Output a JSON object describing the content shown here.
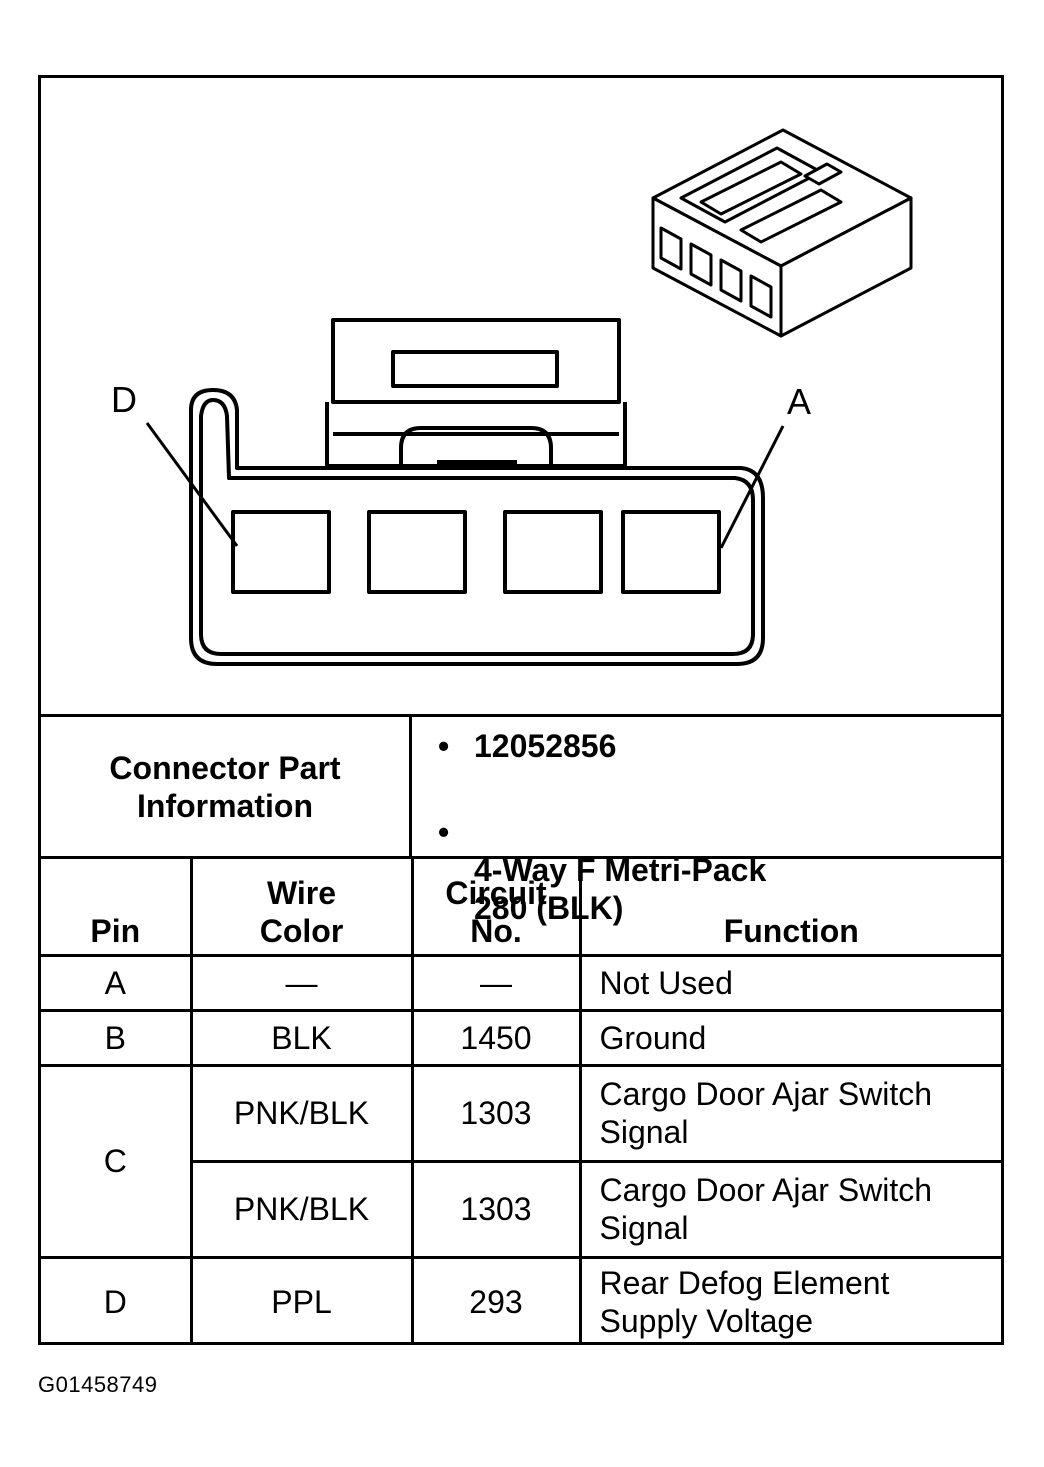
{
  "connector": {
    "callout_left": "D",
    "callout_right": "A"
  },
  "info": {
    "label": "Connector Part\nInformation",
    "part_number": "12052856",
    "description": "4-Way F Metri-Pack\n280 (BLK)"
  },
  "table": {
    "headers": {
      "pin": "Pin",
      "wire_color": "Wire\nColor",
      "circuit": "Circuit\nNo.",
      "function": "Function"
    },
    "rows": [
      {
        "pin": "A",
        "wire_color": "—",
        "circuit": "—",
        "function": "Not Used"
      },
      {
        "pin": "B",
        "wire_color": "BLK",
        "circuit": "1450",
        "function": "Ground"
      },
      {
        "pin": "C",
        "wire_color": "PNK/BLK",
        "circuit": "1303",
        "function": "Cargo Door Ajar Switch\nSignal"
      },
      {
        "pin": "",
        "wire_color": "PNK/BLK",
        "circuit": "1303",
        "function": "Cargo Door Ajar Switch\nSignal"
      },
      {
        "pin": "D",
        "wire_color": "PPL",
        "circuit": "293",
        "function": "Rear Defog Element\nSupply Voltage"
      }
    ]
  },
  "figure_id": "G01458749"
}
